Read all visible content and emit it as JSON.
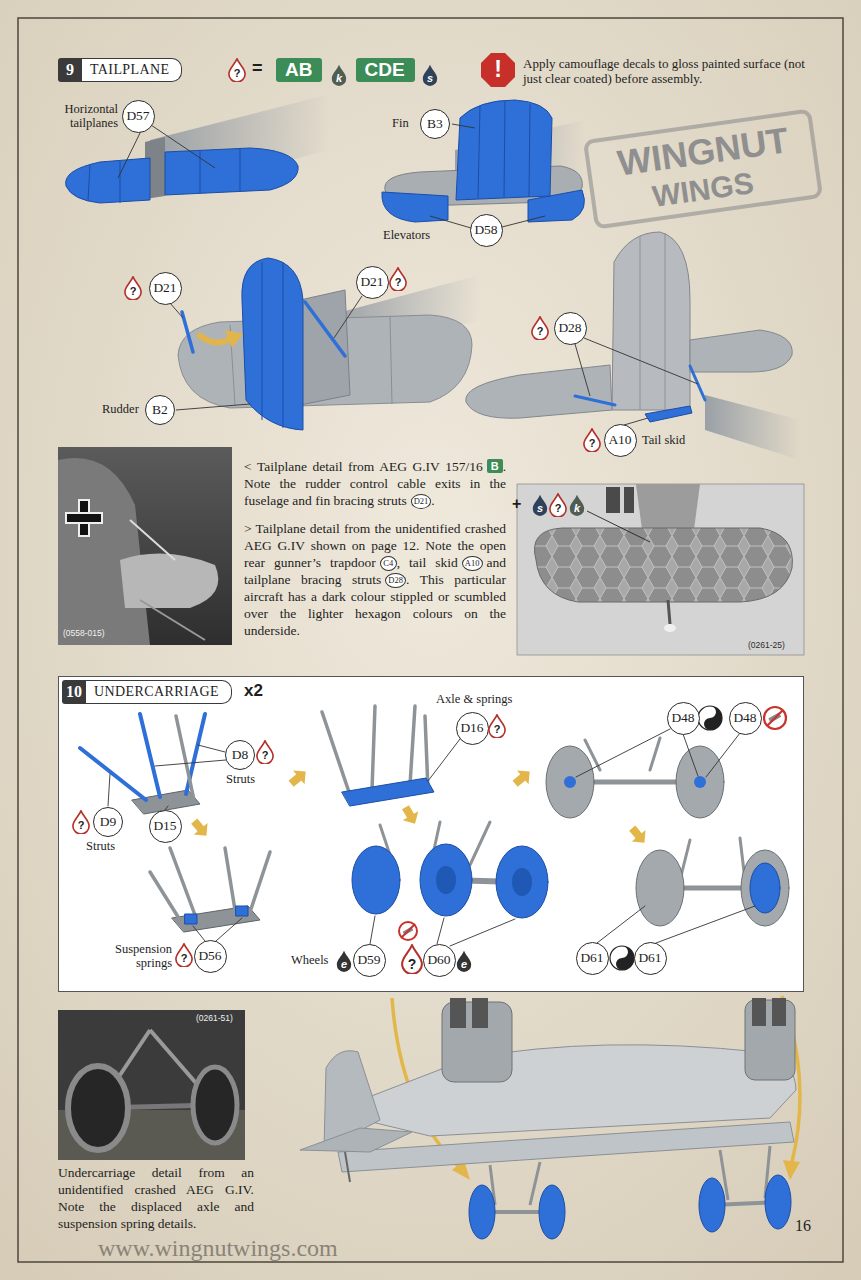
{
  "diagram": {
    "nodes": [
      {
        "text": [
          "9",
          "TAILPLANE"
        ]
      },
      {
        "text": [
          "?"
        ]
      },
      {
        "text": [
          "AB"
        ]
      },
      {
        "text": [
          "k"
        ]
      },
      {
        "text": [
          "CDE"
        ]
      },
      {
        "text": [
          "s"
        ]
      },
      {
        "text": [
          "!"
        ]
      },
      {
        "text": [
          "D57"
        ]
      },
      {
        "text": [
          "B3"
        ]
      },
      {
        "text": [
          "D58"
        ]
      },
      {
        "text": [
          "?"
        ]
      },
      {
        "text": [
          "D21"
        ]
      },
      {
        "text": [
          "D21"
        ]
      },
      {
        "text": [
          "?"
        ]
      },
      {
        "text": [
          "B2"
        ]
      },
      {
        "text": [
          "?"
        ]
      },
      {
        "text": [
          "D28"
        ]
      },
      {
        "text": [
          "?"
        ]
      },
      {
        "text": [
          "A10"
        ]
      },
      {
        "text": [
          "s"
        ]
      },
      {
        "text": [
          "?"
        ]
      },
      {
        "text": [
          "k"
        ]
      },
      {
        "text": [
          "10",
          "UNDERCARRIAGE"
        ]
      },
      {
        "text": [
          "D8"
        ],
        "in": 22
      },
      {
        "text": [
          "?"
        ],
        "in": 22
      },
      {
        "text": [
          "?"
        ],
        "in": 22
      },
      {
        "text": [
          "D9"
        ],
        "in": 22
      },
      {
        "text": [
          "D15"
        ],
        "in": 22
      },
      {
        "text": [
          "?"
        ],
        "in": 22
      },
      {
        "text": [
          "D56"
        ],
        "in": 22
      },
      {
        "text": [
          "D16"
        ],
        "in": 22
      },
      {
        "text": [
          "?"
        ],
        "in": 22
      },
      {
        "text": [
          "e"
        ],
        "in": 22
      },
      {
        "text": [
          "D59"
        ],
        "in": 22
      },
      {
        "text": [
          "?"
        ],
        "in": 22
      },
      {
        "text": [
          "D60"
        ],
        "in": 22
      },
      {
        "text": [
          "e"
        ],
        "in": 22
      },
      {
        "text": [
          "D48"
        ],
        "in": 22
      },
      {
        "text": [
          "D48"
        ],
        "in": 22
      },
      {
        "text": [
          "D61"
        ],
        "in": 22
      },
      {
        "text": [
          "D61"
        ],
        "in": 22
      }
    ],
    "labels": [
      "=",
      "Apply camouflage decals to gloss painted surface (not just clear coated) before assembly.",
      "WINGNUT",
      "WINGS",
      "Horizontal tailplanes",
      "Fin",
      "Elevators",
      "Rudder",
      "Tail skid",
      "(0558-015)",
      "< Tailplane detail from AEG G.IV 157/16",
      "B",
      ". Note the rudder control cable exits in the fuselage and fin bracing struts",
      "D21",
      ".",
      "> Tailplane detail from the unidentified crashed AEG G.IV shown on page 12. Note the open rear gunner’s trapdoor",
      "C4",
      ", tail skid",
      "A10",
      "and tailplane bracing struts",
      "D28",
      ". This particular aircraft has a dark colour stippled or scumbled over the lighter hexagon colours on the underside.",
      "+",
      "(0261-25)",
      "x2",
      "Struts",
      "Struts",
      "Axle & springs",
      "Suspension springs",
      "Wheels",
      "(0261-51)",
      "Undercarriage detail from an unidentified crashed AEG G.IV. Note the displaced axle and suspension spring details.",
      "www.wingnutwings.com",
      "16"
    ]
  }
}
